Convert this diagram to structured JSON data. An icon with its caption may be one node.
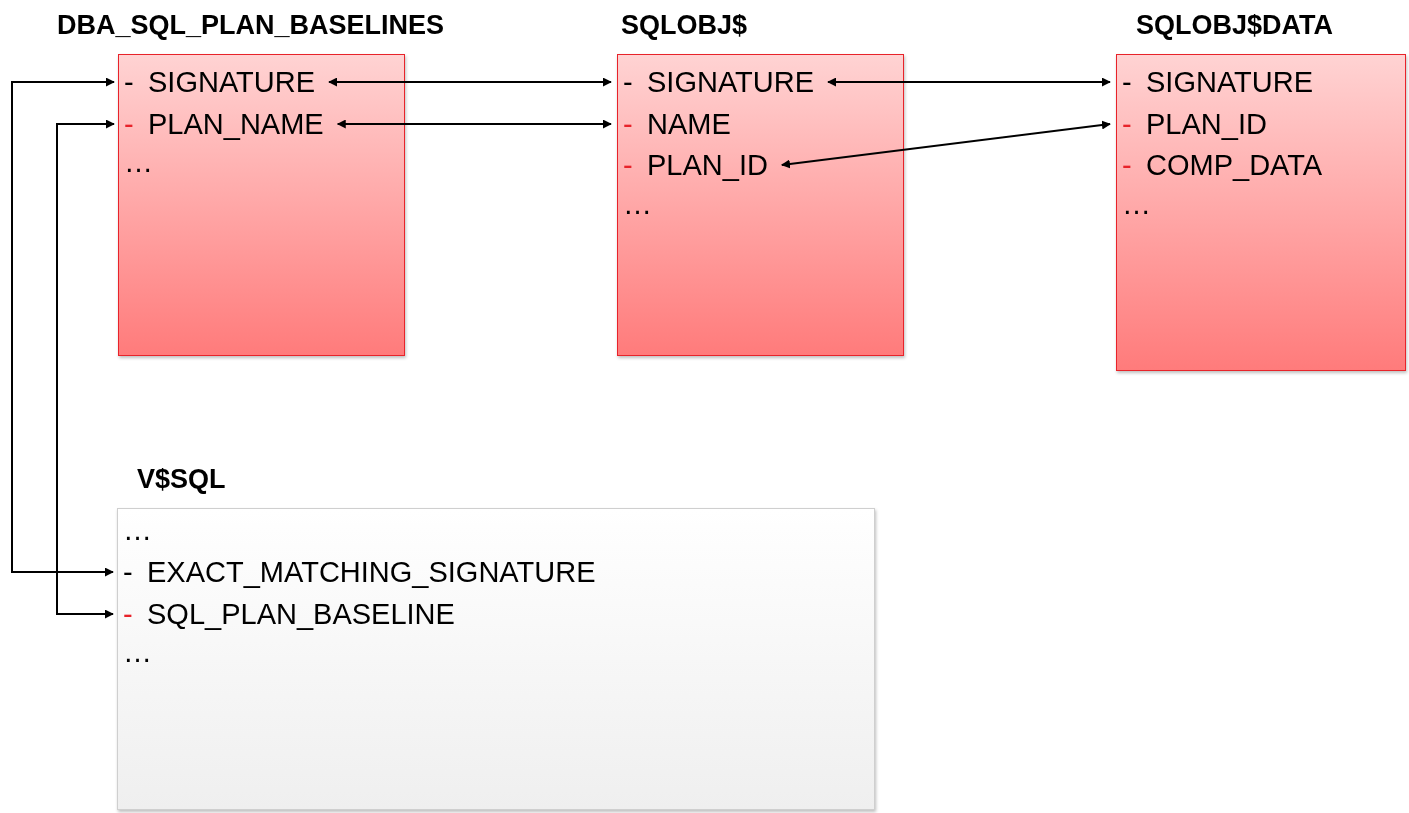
{
  "diagram": {
    "nodes": [
      {
        "text": [
          "DBA_SQL_PLAN_BASELINES"
        ]
      },
      {
        "text": [
          "-",
          "SIGNATURE"
        ],
        "in": 0
      },
      {
        "text": [
          "-",
          "PLAN_NAME"
        ],
        "in": 0
      },
      {
        "text": [
          "…"
        ],
        "in": 0
      },
      {
        "text": [
          "SQLOBJ$"
        ]
      },
      {
        "text": [
          "-",
          "SIGNATURE"
        ],
        "in": 4
      },
      {
        "text": [
          "-",
          "NAME"
        ],
        "in": 4
      },
      {
        "text": [
          "-",
          "PLAN_ID"
        ],
        "in": 4
      },
      {
        "text": [
          "…"
        ],
        "in": 4
      },
      {
        "text": [
          "SQLOBJ$DATA"
        ]
      },
      {
        "text": [
          "-",
          "SIGNATURE"
        ],
        "in": 9
      },
      {
        "text": [
          "-",
          "PLAN_ID"
        ],
        "in": 9
      },
      {
        "text": [
          "-",
          "COMP_DATA"
        ],
        "in": 9
      },
      {
        "text": [
          "…"
        ],
        "in": 9
      },
      {
        "text": [
          "V$SQL"
        ]
      },
      {
        "text": [
          "…"
        ],
        "in": 14
      },
      {
        "text": [
          "-",
          "EXACT_MATCHING_SIGNATURE"
        ],
        "in": 14
      },
      {
        "text": [
          "-",
          "SQL_PLAN_BASELINE"
        ],
        "in": 14
      },
      {
        "text": [
          "…"
        ],
        "in": 14
      }
    ],
    "edges": [
      {
        "from": 1,
        "to": 5,
        "arrow": "both"
      },
      {
        "from": 2,
        "to": 6,
        "arrow": "both"
      },
      {
        "from": 5,
        "to": 10,
        "arrow": "both"
      },
      {
        "from": 7,
        "to": 11,
        "arrow": "both"
      },
      {
        "from": 1,
        "to": 16,
        "arrow": "both"
      },
      {
        "from": 2,
        "to": 17,
        "arrow": "both"
      }
    ]
  }
}
